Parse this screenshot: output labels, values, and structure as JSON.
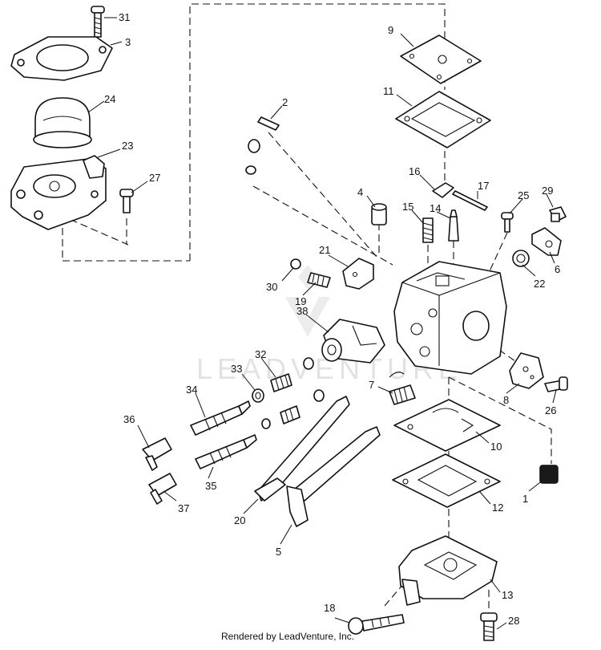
{
  "diagram": {
    "watermark": "LEADVENTURE",
    "credit": "Rendered by LeadVenture, Inc.",
    "callouts": {
      "p1": "1",
      "p2": "2",
      "p3": "3",
      "p4": "4",
      "p5": "5",
      "p6": "6",
      "p7": "7",
      "p8": "8",
      "p9": "9",
      "p10": "10",
      "p11": "11",
      "p12": "12",
      "p13": "13",
      "p14": "14",
      "p15": "15",
      "p16": "16",
      "p17": "17",
      "p18": "18",
      "p19": "19",
      "p20": "20",
      "p21": "21",
      "p22": "22",
      "p23": "23",
      "p24": "24",
      "p25": "25",
      "p26": "26",
      "p27": "27",
      "p28": "28",
      "p29": "29",
      "p30": "30",
      "p31": "31",
      "p32": "32",
      "p33": "33",
      "p34": "34",
      "p35": "35",
      "p36": "36",
      "p37": "37",
      "p38": "38"
    }
  }
}
